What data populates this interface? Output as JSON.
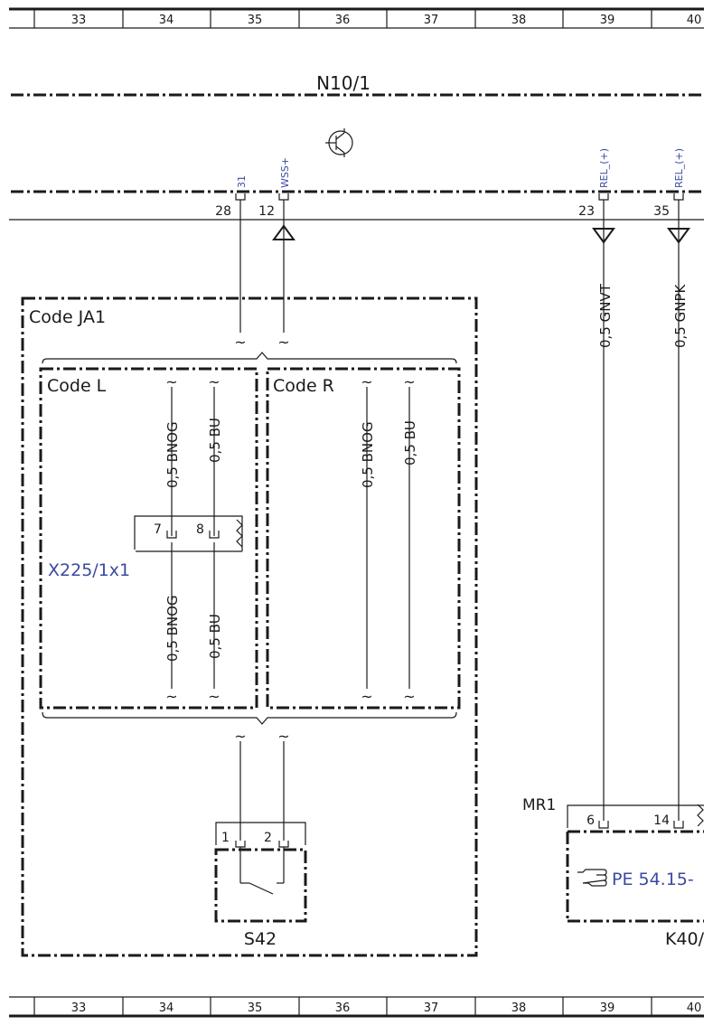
{
  "grid": {
    "columns": [
      "33",
      "34",
      "35",
      "36",
      "37",
      "38",
      "39",
      "40"
    ]
  },
  "module": {
    "name": "N10/1",
    "pins": [
      {
        "pin": "28",
        "signal": "31"
      },
      {
        "pin": "12",
        "signal": "WSS+"
      },
      {
        "pin": "23",
        "signal": "REL_(+)"
      },
      {
        "pin": "35",
        "signal": "REL_(+)"
      }
    ]
  },
  "code_blocks": {
    "outer": "Code JA1",
    "left": "Code L",
    "right": "Code R"
  },
  "wires": {
    "gnvt": "0,5 GNVT",
    "gnpk": "0,5 GNPK",
    "left_bnog_top": "0,5 BNOG",
    "left_bu_top": "0,5 BU",
    "left_bnog_bottom": "0,5 BNOG",
    "left_bu_bottom": "0,5 BU",
    "right_bnog": "0,5 BNOG",
    "right_bu": "0,5 BU"
  },
  "connector": {
    "name": "X225/1x1",
    "pin_a": "7",
    "pin_b": "8"
  },
  "switch": {
    "name": "S42",
    "pin_a": "1",
    "pin_b": "2"
  },
  "relay": {
    "connector": "MR1",
    "pin_a": "6",
    "pin_b": "14",
    "reference": "PE 54.15-",
    "name": "K40/"
  },
  "colors": {
    "line": "#1a1a1a",
    "reference_text": "#3b4aa0"
  }
}
